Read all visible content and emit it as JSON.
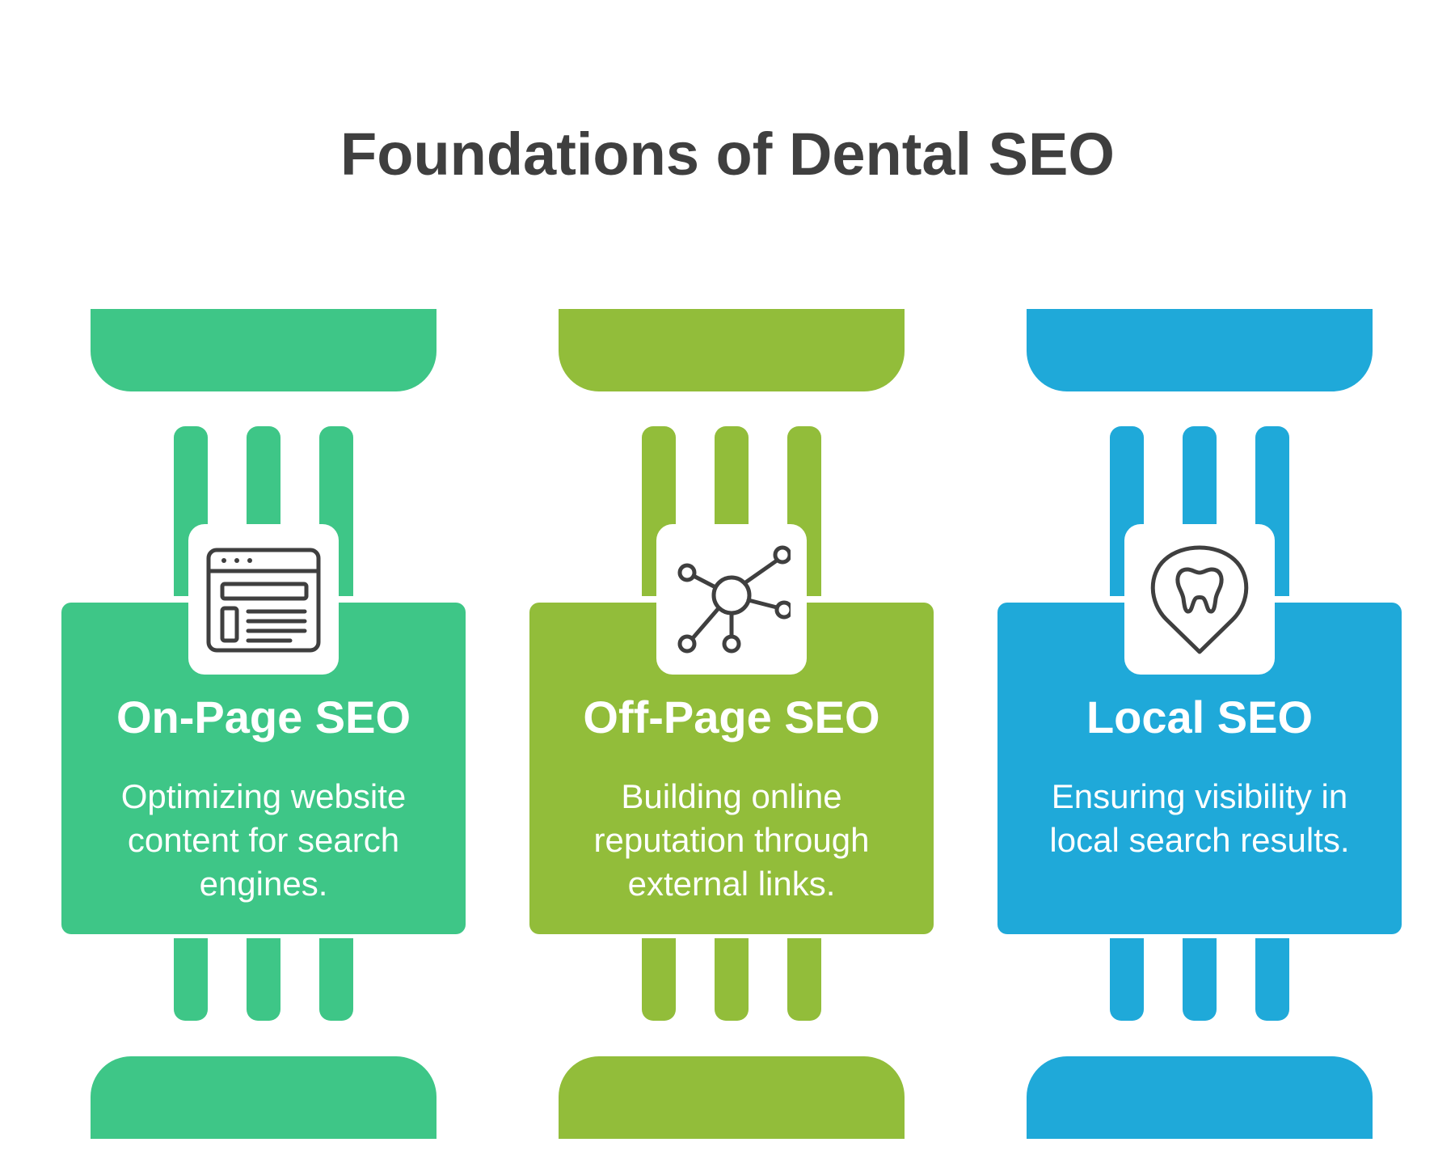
{
  "title": "Foundations of Dental SEO",
  "pillars": [
    {
      "heading": "On-Page SEO",
      "description": "Optimizing website content for search engines.",
      "icon": "web-page-icon",
      "color": "#3ec687"
    },
    {
      "heading": "Off-Page SEO",
      "description": "Building online reputation through external links.",
      "icon": "network-links-icon",
      "color": "#92bd3a"
    },
    {
      "heading": "Local SEO",
      "description": "Ensuring visibility in local search results.",
      "icon": "tooth-location-pin-icon",
      "color": "#1fa9d9"
    }
  ]
}
